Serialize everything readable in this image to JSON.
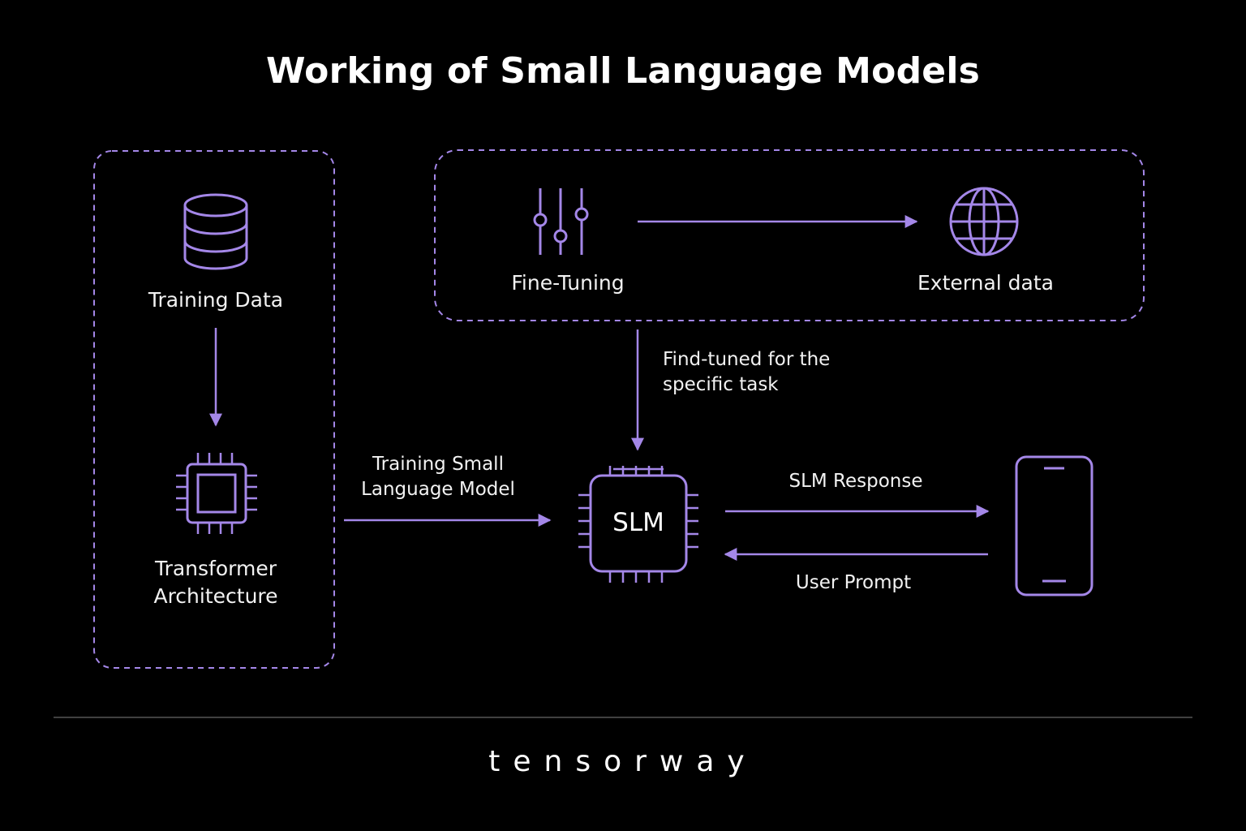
{
  "title": "Working of Small Language Models",
  "colors": {
    "accent": "#a487e8",
    "background": "#000000",
    "text": "#ffffff",
    "divider": "#555555"
  },
  "nodes": {
    "training_data": {
      "label": "Training Data",
      "icon": "database-icon"
    },
    "transformer": {
      "label_line1": "Transformer",
      "label_line2": "Architecture",
      "icon": "chip-icon"
    },
    "fine_tuning": {
      "label": "Fine-Tuning",
      "icon": "sliders-icon"
    },
    "external_data": {
      "label": "External data",
      "icon": "globe-icon"
    },
    "slm": {
      "label": "SLM",
      "icon": "chip-icon"
    },
    "device": {
      "icon": "smartphone-icon"
    }
  },
  "edges": {
    "training_slm": {
      "line1": "Training Small",
      "line2": "Language Model"
    },
    "fine_tuned": {
      "line1": "Find-tuned for the",
      "line2": "specific task"
    },
    "response": {
      "label": "SLM Response"
    },
    "prompt": {
      "label": "User Prompt"
    }
  },
  "footer": {
    "brand": "tensorway"
  }
}
